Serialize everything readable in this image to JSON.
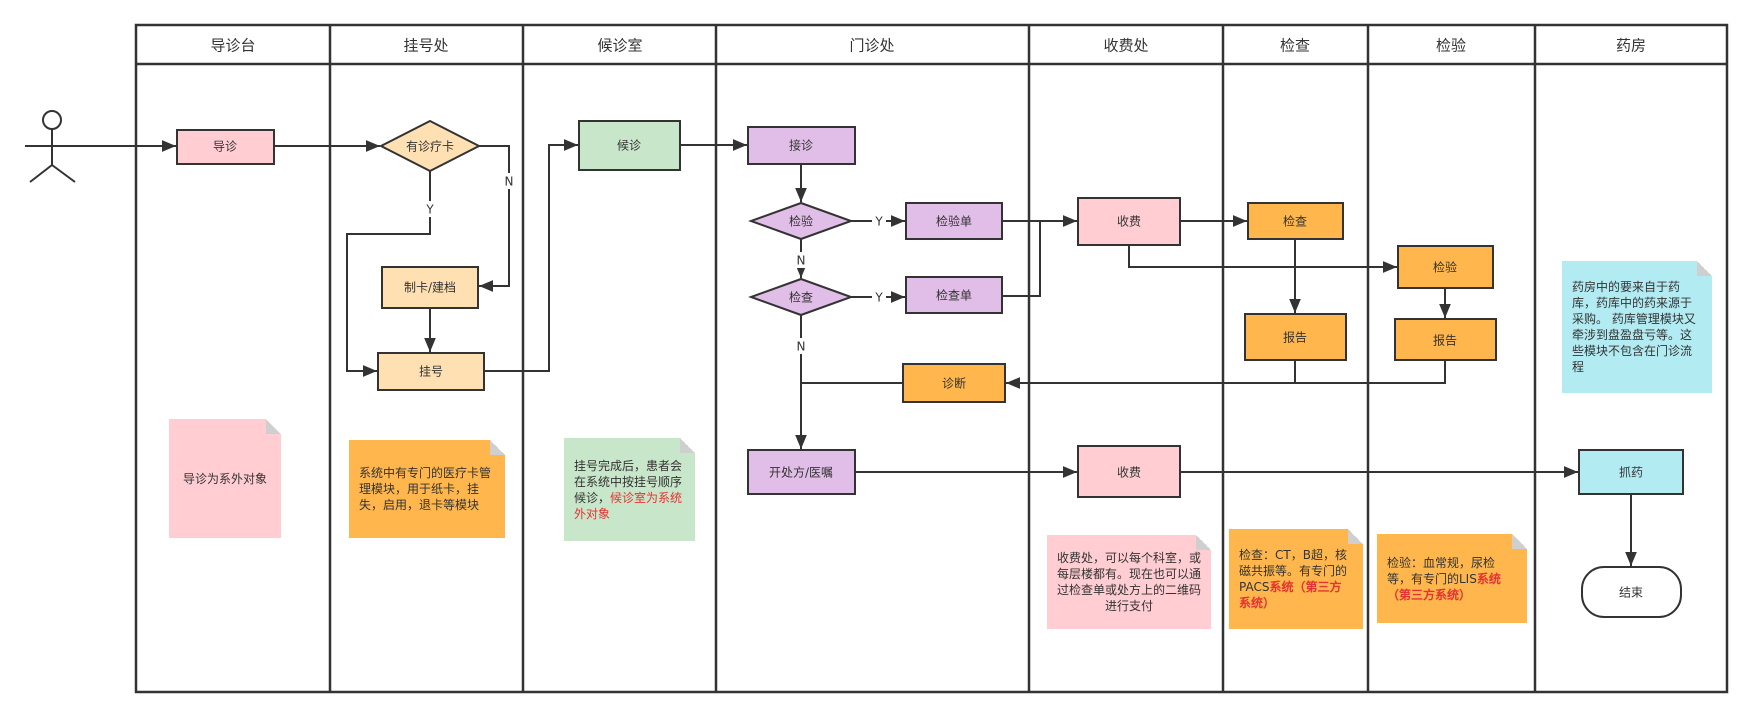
{
  "lanes": [
    {
      "id": "guide",
      "title": "导诊台"
    },
    {
      "id": "register",
      "title": "挂号处"
    },
    {
      "id": "waiting",
      "title": "候诊室"
    },
    {
      "id": "outpatient",
      "title": "门诊处"
    },
    {
      "id": "cashier",
      "title": "收费处"
    },
    {
      "id": "exam",
      "title": "检查"
    },
    {
      "id": "lab",
      "title": "检验"
    },
    {
      "id": "pharmacy",
      "title": "药房"
    }
  ],
  "nodes": {
    "guide": "导诊",
    "has_card": "有诊疗卡",
    "make_card": "制卡/建档",
    "register": "挂号",
    "wait": "候诊",
    "receive": "接诊",
    "lab_decision": "检验",
    "exam_decision": "检查",
    "lab_order": "检验单",
    "exam_order": "检查单",
    "pay1": "收费",
    "exam_box": "检查",
    "exam_report": "报告",
    "lab_box": "检验",
    "lab_report": "报告",
    "diagnosis": "诊断",
    "prescribe": "开处方/医嘱",
    "pay2": "收费",
    "dispense": "抓药",
    "end": "结束"
  },
  "edge_labels": {
    "has_card_no": "N",
    "has_card_yes": "Y",
    "lab_yes": "Y",
    "lab_no": "N",
    "exam_yes": "Y",
    "exam_no": "N"
  },
  "notes": {
    "guide": {
      "text": "导诊为系外对象",
      "color": "#ffcdd2"
    },
    "register": {
      "text": "系统中有专门的医疗卡管理模块，用于纸卡，挂失，启用，退卡等模块",
      "color": "#ffb74d"
    },
    "waiting": {
      "text": "挂号完成后，患者会在系统中按挂号顺序候诊，",
      "highlight": "候诊室为系统外对象",
      "color": "#c8e6c9"
    },
    "cashier": {
      "text": "收费处，可以每个科室，或每层楼都有。现在也可以通过检查单或处方上的二维码进行支付",
      "color": "#ffcdd2"
    },
    "exam": {
      "text": "检查：CT，B超，核磁共振等。有专门的PACS",
      "highlight": "系统（第三方系统）",
      "color": "#ffb74d"
    },
    "lab": {
      "text": "检验：血常规，尿检等，有专门的LIS",
      "highlight": "系统（第三方系统）",
      "color": "#ffb74d"
    },
    "pharmacy": {
      "text": "药房中的要来自于药库，药库中的药来源于采购。 药库管理模块又牵涉到盘盈盘亏等。这些模块不包含在门诊流程",
      "color": "#b2ebf2"
    }
  },
  "colors": {
    "pink": "#ffcdd2",
    "peach": "#ffe0b2",
    "green": "#c8e6c9",
    "purple": "#e1bee7",
    "orange": "#ffb74d",
    "cyan": "#b2ebf2",
    "line": "#333333",
    "highlight": "#e53333"
  },
  "actor": {
    "icon": "stick-figure-actor"
  }
}
